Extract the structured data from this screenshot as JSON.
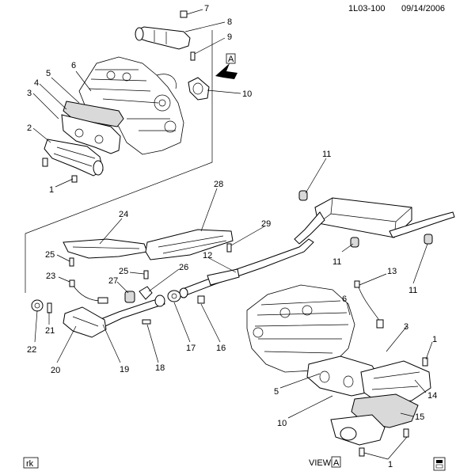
{
  "header": {
    "code": "1L03-100",
    "date": "09/14/2006"
  },
  "footer": {
    "initials": "rk",
    "view_label": "VIEW",
    "view_ref": "A"
  },
  "arrow_ref": "A",
  "callouts": {
    "c7": "7",
    "c8": "8",
    "c9": "9",
    "c10": "10",
    "c6": "6",
    "c5": "5",
    "c4": "4",
    "c3": "3",
    "c2": "2",
    "c1a": "1",
    "c11a": "11",
    "c28": "28",
    "c24": "24",
    "c29": "29",
    "c25a": "25",
    "c12": "12",
    "c26": "26",
    "c25b": "25",
    "c11b": "11",
    "c11c": "11",
    "c23": "23",
    "c27": "27",
    "c13": "13",
    "c6b": "6",
    "c3b": "3",
    "c1b": "1",
    "c22": "22",
    "c21": "21",
    "c20": "20",
    "c19": "19",
    "c18": "18",
    "c17": "17",
    "c16": "16",
    "c5b": "5",
    "c14": "14",
    "c10b": "10",
    "c15": "15",
    "c1c": "1"
  }
}
